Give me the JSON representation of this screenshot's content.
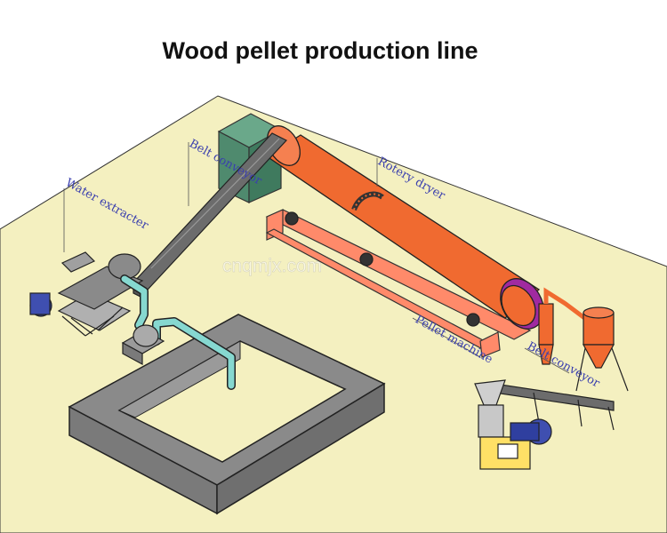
{
  "title": "Wood pellet production line",
  "labels": {
    "water_extracter": "Water extracter",
    "belt_conveyor_1": "Belt conveyor",
    "rotery_dryer": "Rotery dryer",
    "pellet_machine": "Pellet machine",
    "belt_conveyor_2": "Belt conveyor"
  },
  "watermark": "cnqmjx.com",
  "colors": {
    "floor": "#f4f0c0",
    "dryer": "#f06a30",
    "frame": "#ff8a6a",
    "pipe": "#86d8d0",
    "conveyor": "#6c6c6c",
    "tank": "#8a8a8a",
    "label": "#3a3fae"
  }
}
